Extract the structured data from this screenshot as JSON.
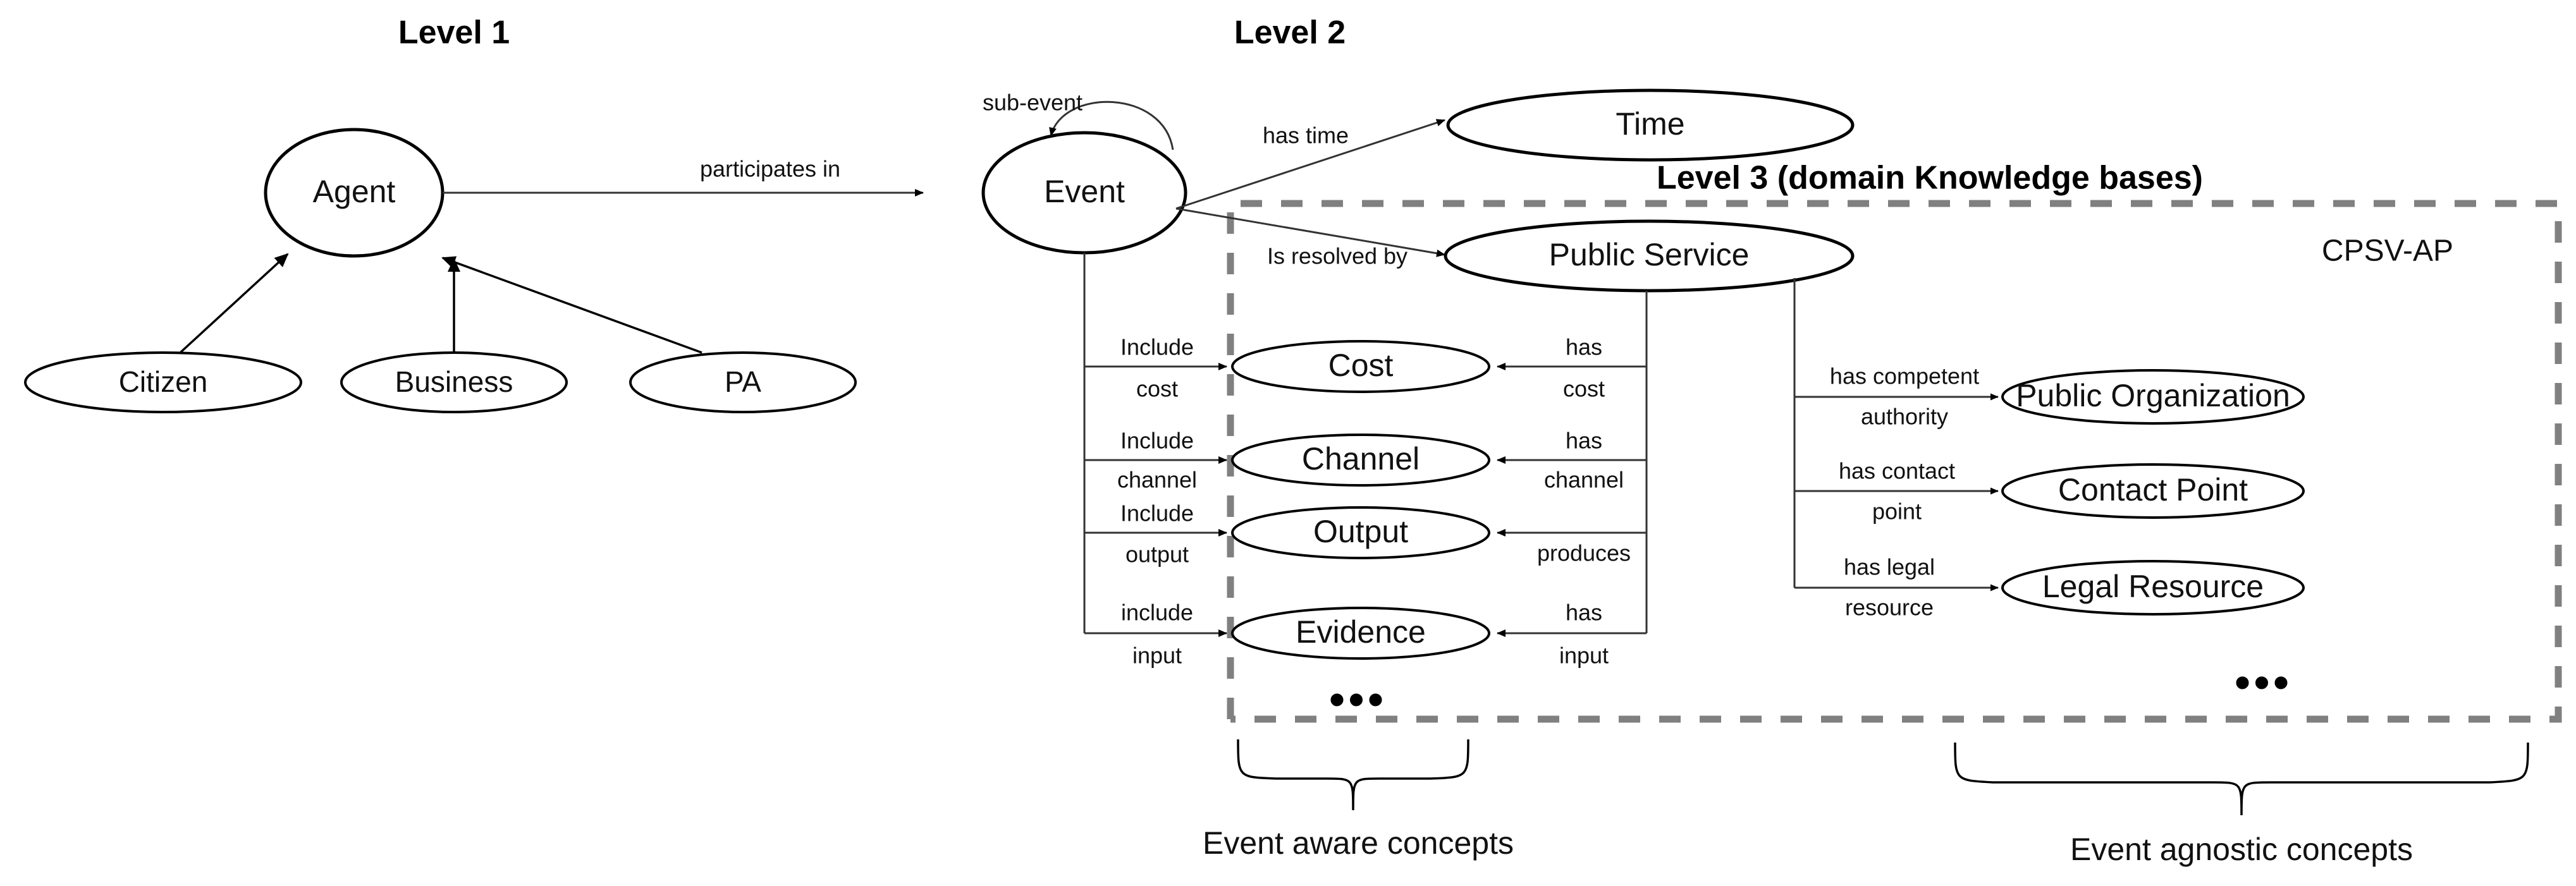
{
  "diagram": {
    "title_level1": "Level 1",
    "title_level2": "Level 2",
    "title_level3": "Level 3 (domain Knowledge bases)",
    "dashed_box_label": "CPSV-AP",
    "ellipsis_mid": "•••",
    "ellipsis_right": "•••",
    "brace_left_label": "Event aware concepts",
    "brace_right_label": "Event agnostic concepts"
  },
  "nodes": {
    "agent": "Agent",
    "citizen": "Citizen",
    "business": "Business",
    "pa": "PA",
    "event": "Event",
    "time": "Time",
    "public_service": "Public Service",
    "cost": "Cost",
    "channel": "Channel",
    "output": "Output",
    "evidence": "Evidence",
    "public_organization": "Public Organization",
    "contact_point": "Contact Point",
    "legal_resource": "Legal Resource"
  },
  "edges": {
    "participates_in": "participates in",
    "sub_event": "sub-event",
    "has_time": "has time",
    "is_resolved_by": "Is resolved by",
    "include_cost_1": "Include",
    "include_cost_2": "cost",
    "include_channel_1": "Include",
    "include_channel_2": "channel",
    "include_output_1": "Include",
    "include_output_2": "output",
    "include_input_1": "include",
    "include_input_2": "input",
    "has_cost_1": "has",
    "has_cost_2": "cost",
    "has_channel_1": "has",
    "has_channel_2": "channel",
    "produces": "produces",
    "has_input_1": "has",
    "has_input_2": "input",
    "has_competent_authority_1": "has competent",
    "has_competent_authority_2": "authority",
    "has_contact_point_1": "has contact",
    "has_contact_point_2": "point",
    "has_legal_resource_1": "has legal",
    "has_legal_resource_2": "resource"
  },
  "colors": {
    "stroke": "#000000",
    "dashed": "#808080",
    "background": "#ffffff"
  }
}
